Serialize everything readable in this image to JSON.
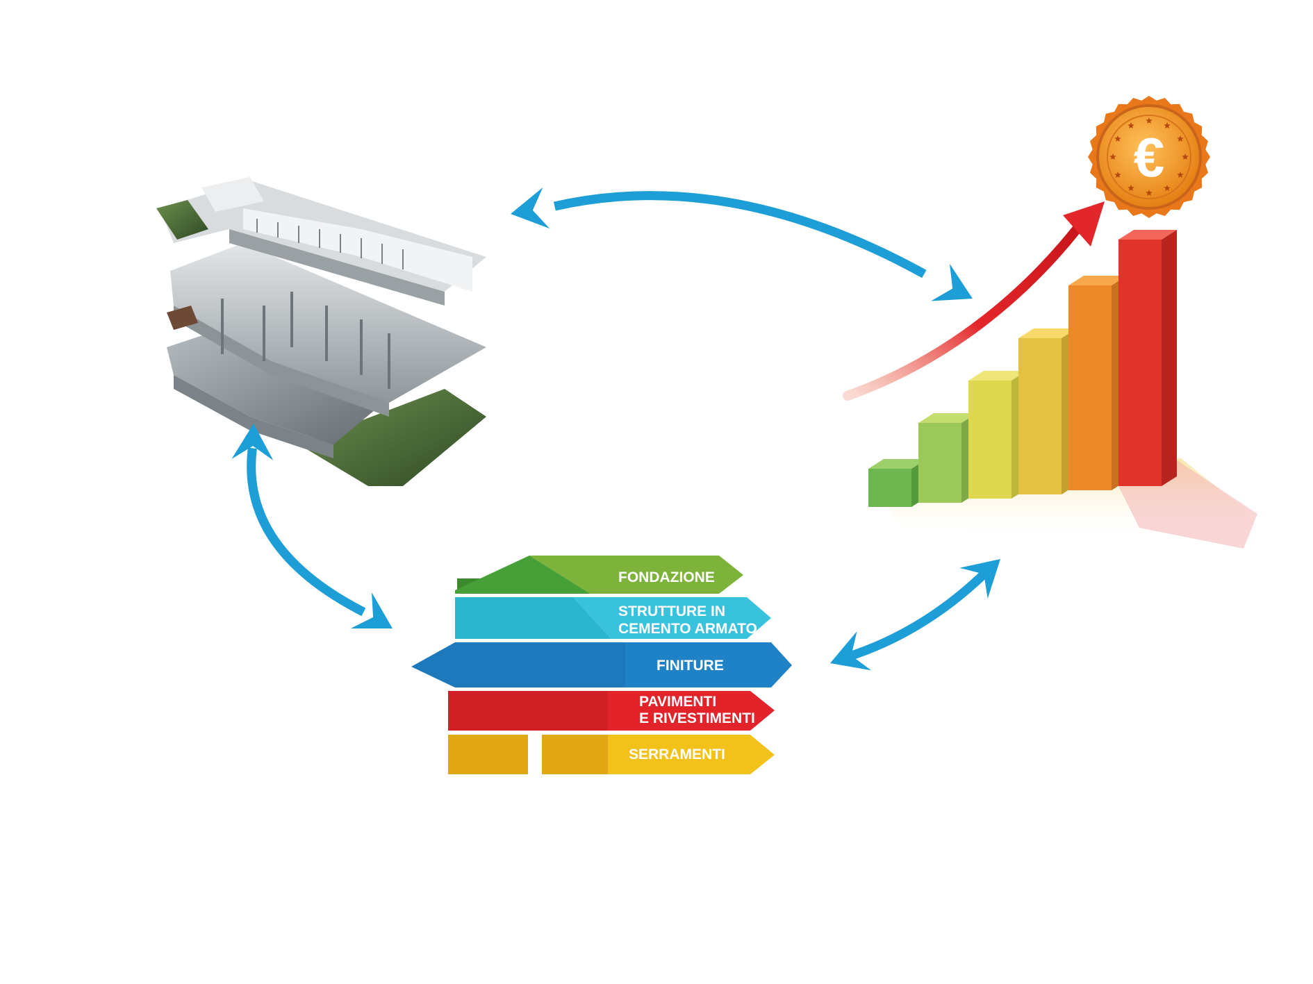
{
  "colors": {
    "arrow": "#1E9ED7",
    "fondazione": "#7DB33A",
    "strutture": "#2BB6CF",
    "finiture": "#1E78BC",
    "pavimenti": "#E2232A",
    "serramenti": "#F2C21A",
    "coin": "#F19A1E",
    "growth_arrow": "#E3262A"
  },
  "diagram": {
    "nodes": [
      {
        "id": "building",
        "icon": "exploded-building-model-icon"
      },
      {
        "id": "costs",
        "icon": "bar-chart-euro-coin-icon"
      },
      {
        "id": "layers",
        "icon": "house-layers-icon"
      }
    ],
    "connections": [
      {
        "from": "building",
        "to": "costs",
        "type": "bidirectional"
      },
      {
        "from": "building",
        "to": "layers",
        "type": "bidirectional"
      },
      {
        "from": "layers",
        "to": "costs",
        "type": "bidirectional"
      }
    ],
    "coin_symbol": "€",
    "house_layers": [
      {
        "lines": [
          "FONDAZIONE"
        ]
      },
      {
        "lines": [
          "STRUTTURE IN",
          "CEMENTO ARMATO"
        ]
      },
      {
        "lines": [
          "FINITURE"
        ]
      },
      {
        "lines": [
          "PAVIMENTI",
          "E RIVESTIMENTI"
        ]
      },
      {
        "lines": [
          "SERRAMENTI"
        ]
      }
    ]
  }
}
